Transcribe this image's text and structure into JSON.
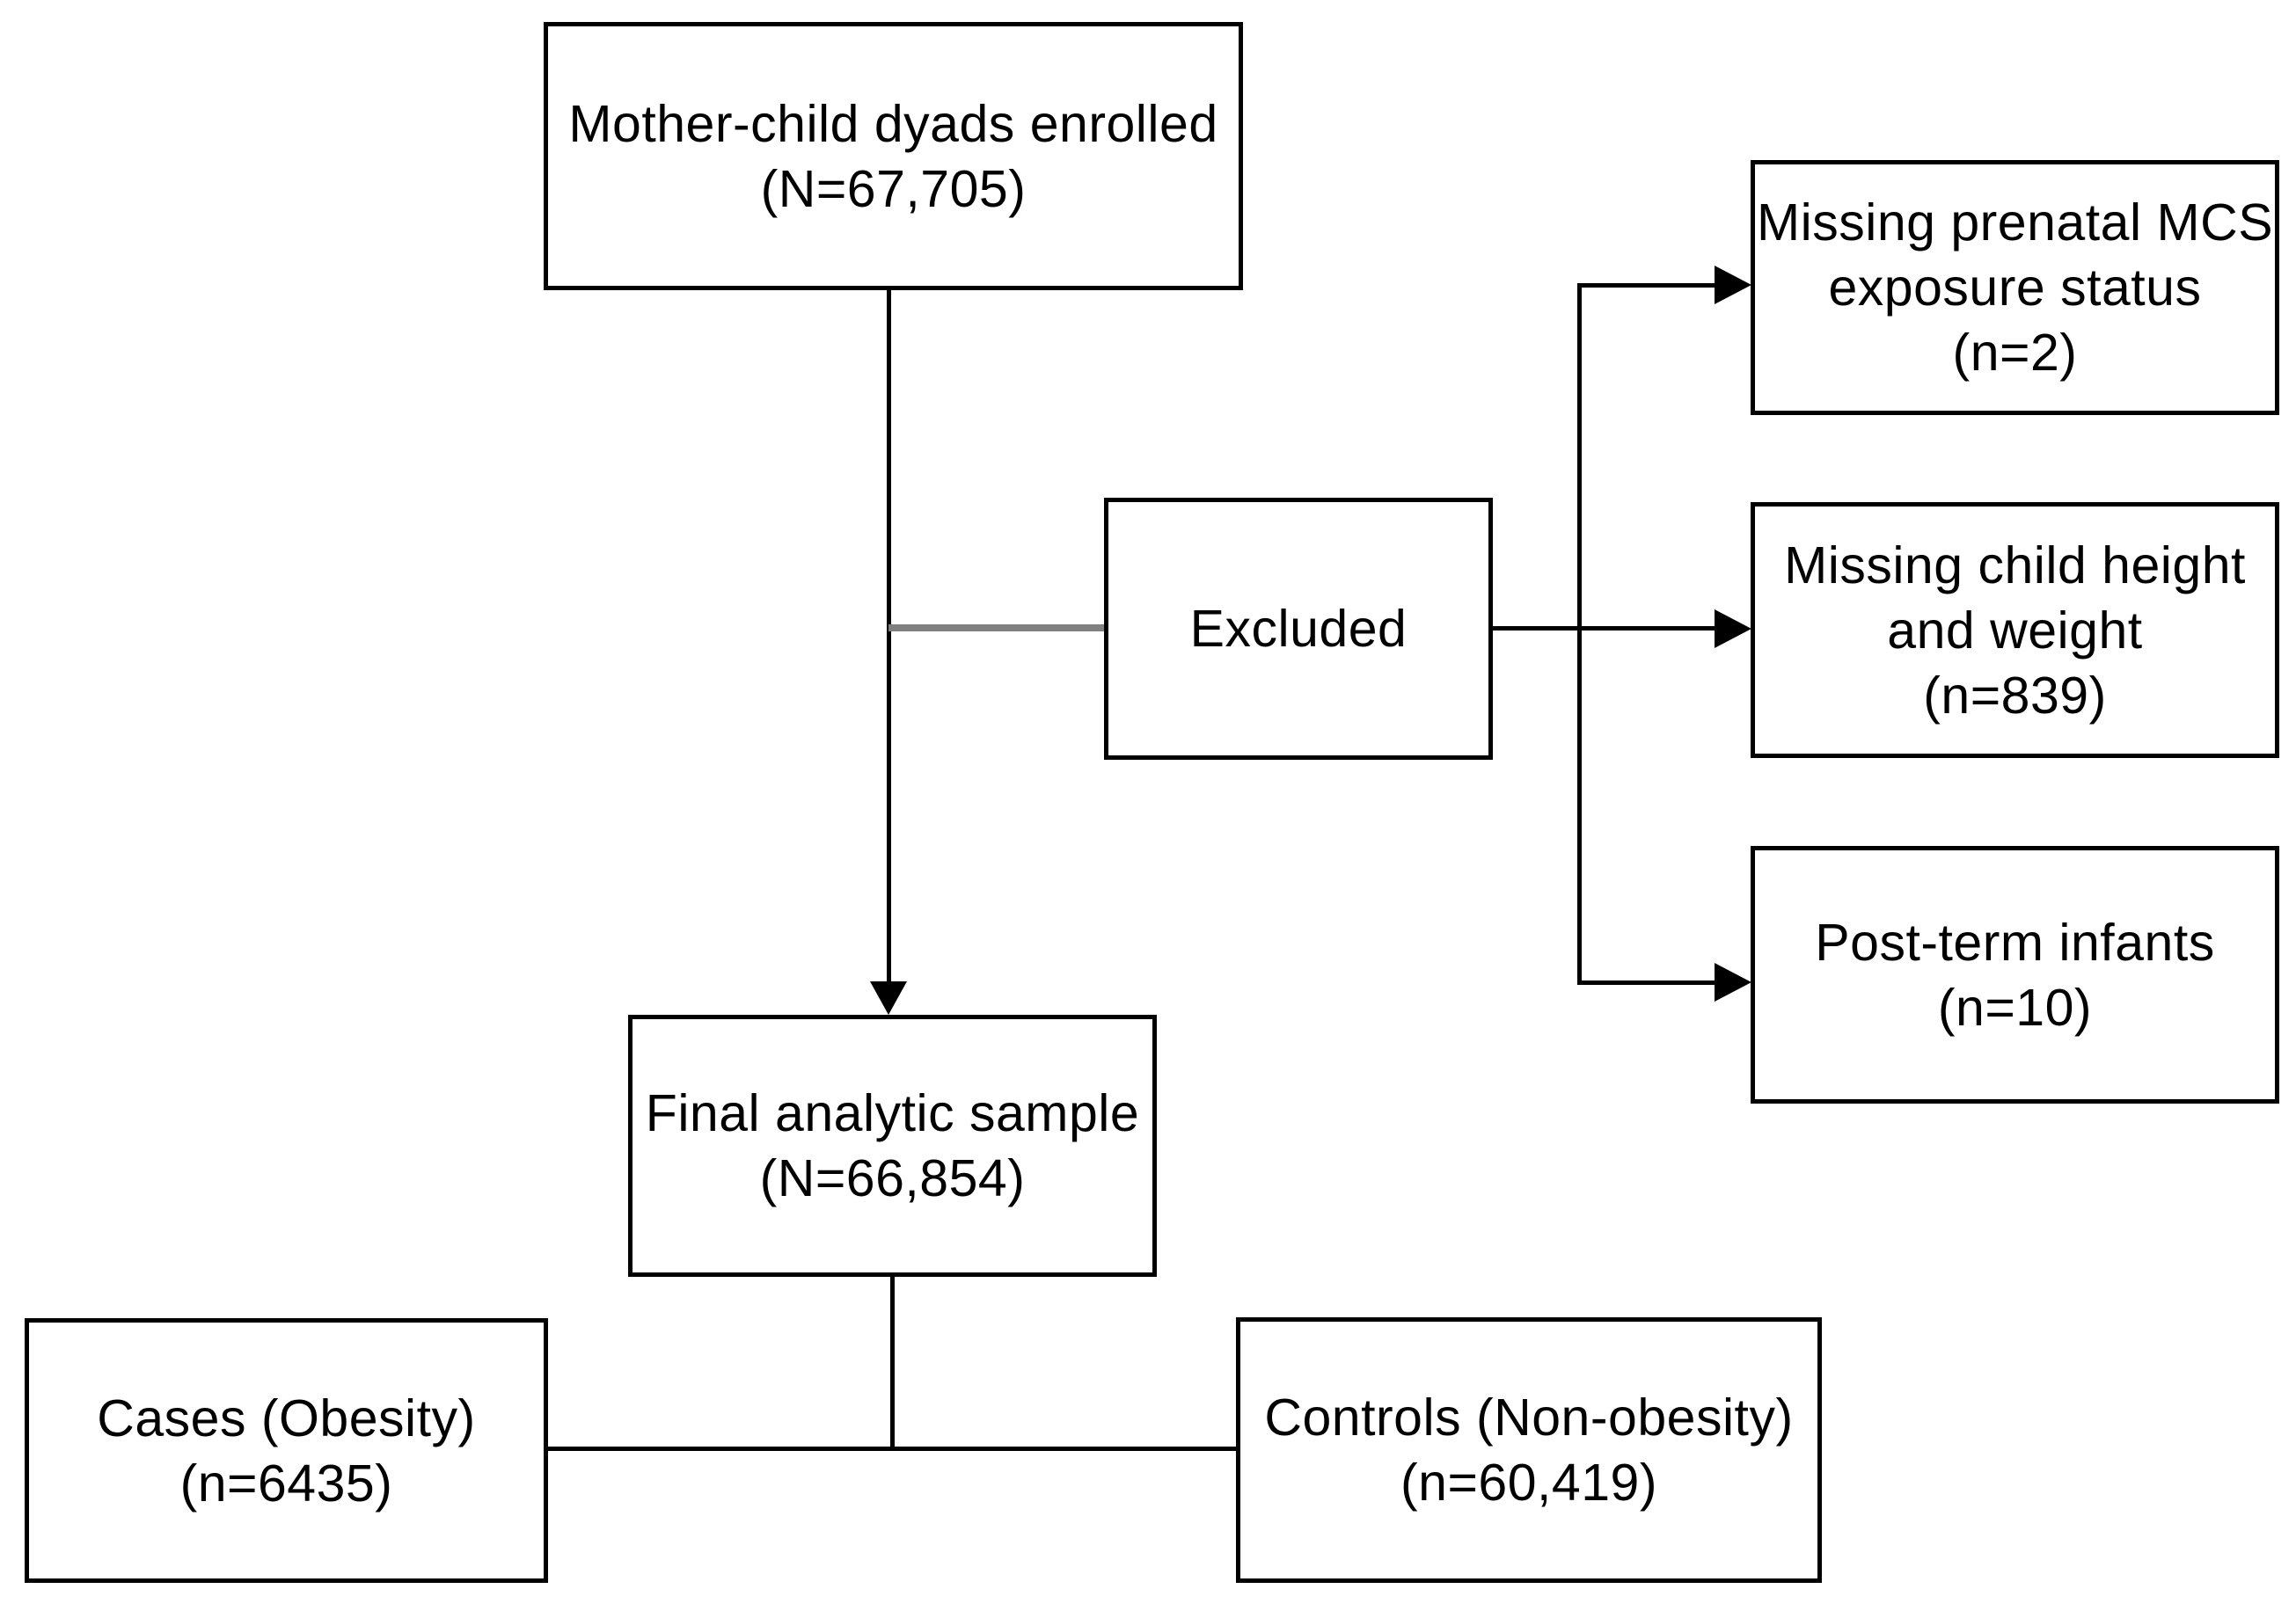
{
  "diagram": {
    "type": "study-flow-diagram",
    "boxes": {
      "enrolled": {
        "lines": [
          "Mother-child dyads enrolled",
          "(N=67,705)"
        ]
      },
      "excluded": {
        "lines": [
          "Excluded"
        ]
      },
      "missing_mcs": {
        "lines": [
          "Missing prenatal MCS",
          "exposure status",
          "(n=2)"
        ]
      },
      "missing_hw": {
        "lines": [
          "Missing child height",
          "and weight",
          "(n=839)"
        ]
      },
      "postterm": {
        "lines": [
          "Post-term infants",
          "(n=10)"
        ]
      },
      "final": {
        "lines": [
          "Final analytic sample",
          "(N=66,854)"
        ]
      },
      "cases": {
        "lines": [
          "Cases (Obesity)",
          "(n=6435)"
        ]
      },
      "controls": {
        "lines": [
          "Controls (Non-obesity)",
          "(n=60,419)"
        ]
      }
    }
  },
  "colors": {
    "box_border": "#000000",
    "box_fill": "#ffffff",
    "connector": "#000000",
    "excluded_connector": "#808080",
    "background": "#ffffff"
  }
}
